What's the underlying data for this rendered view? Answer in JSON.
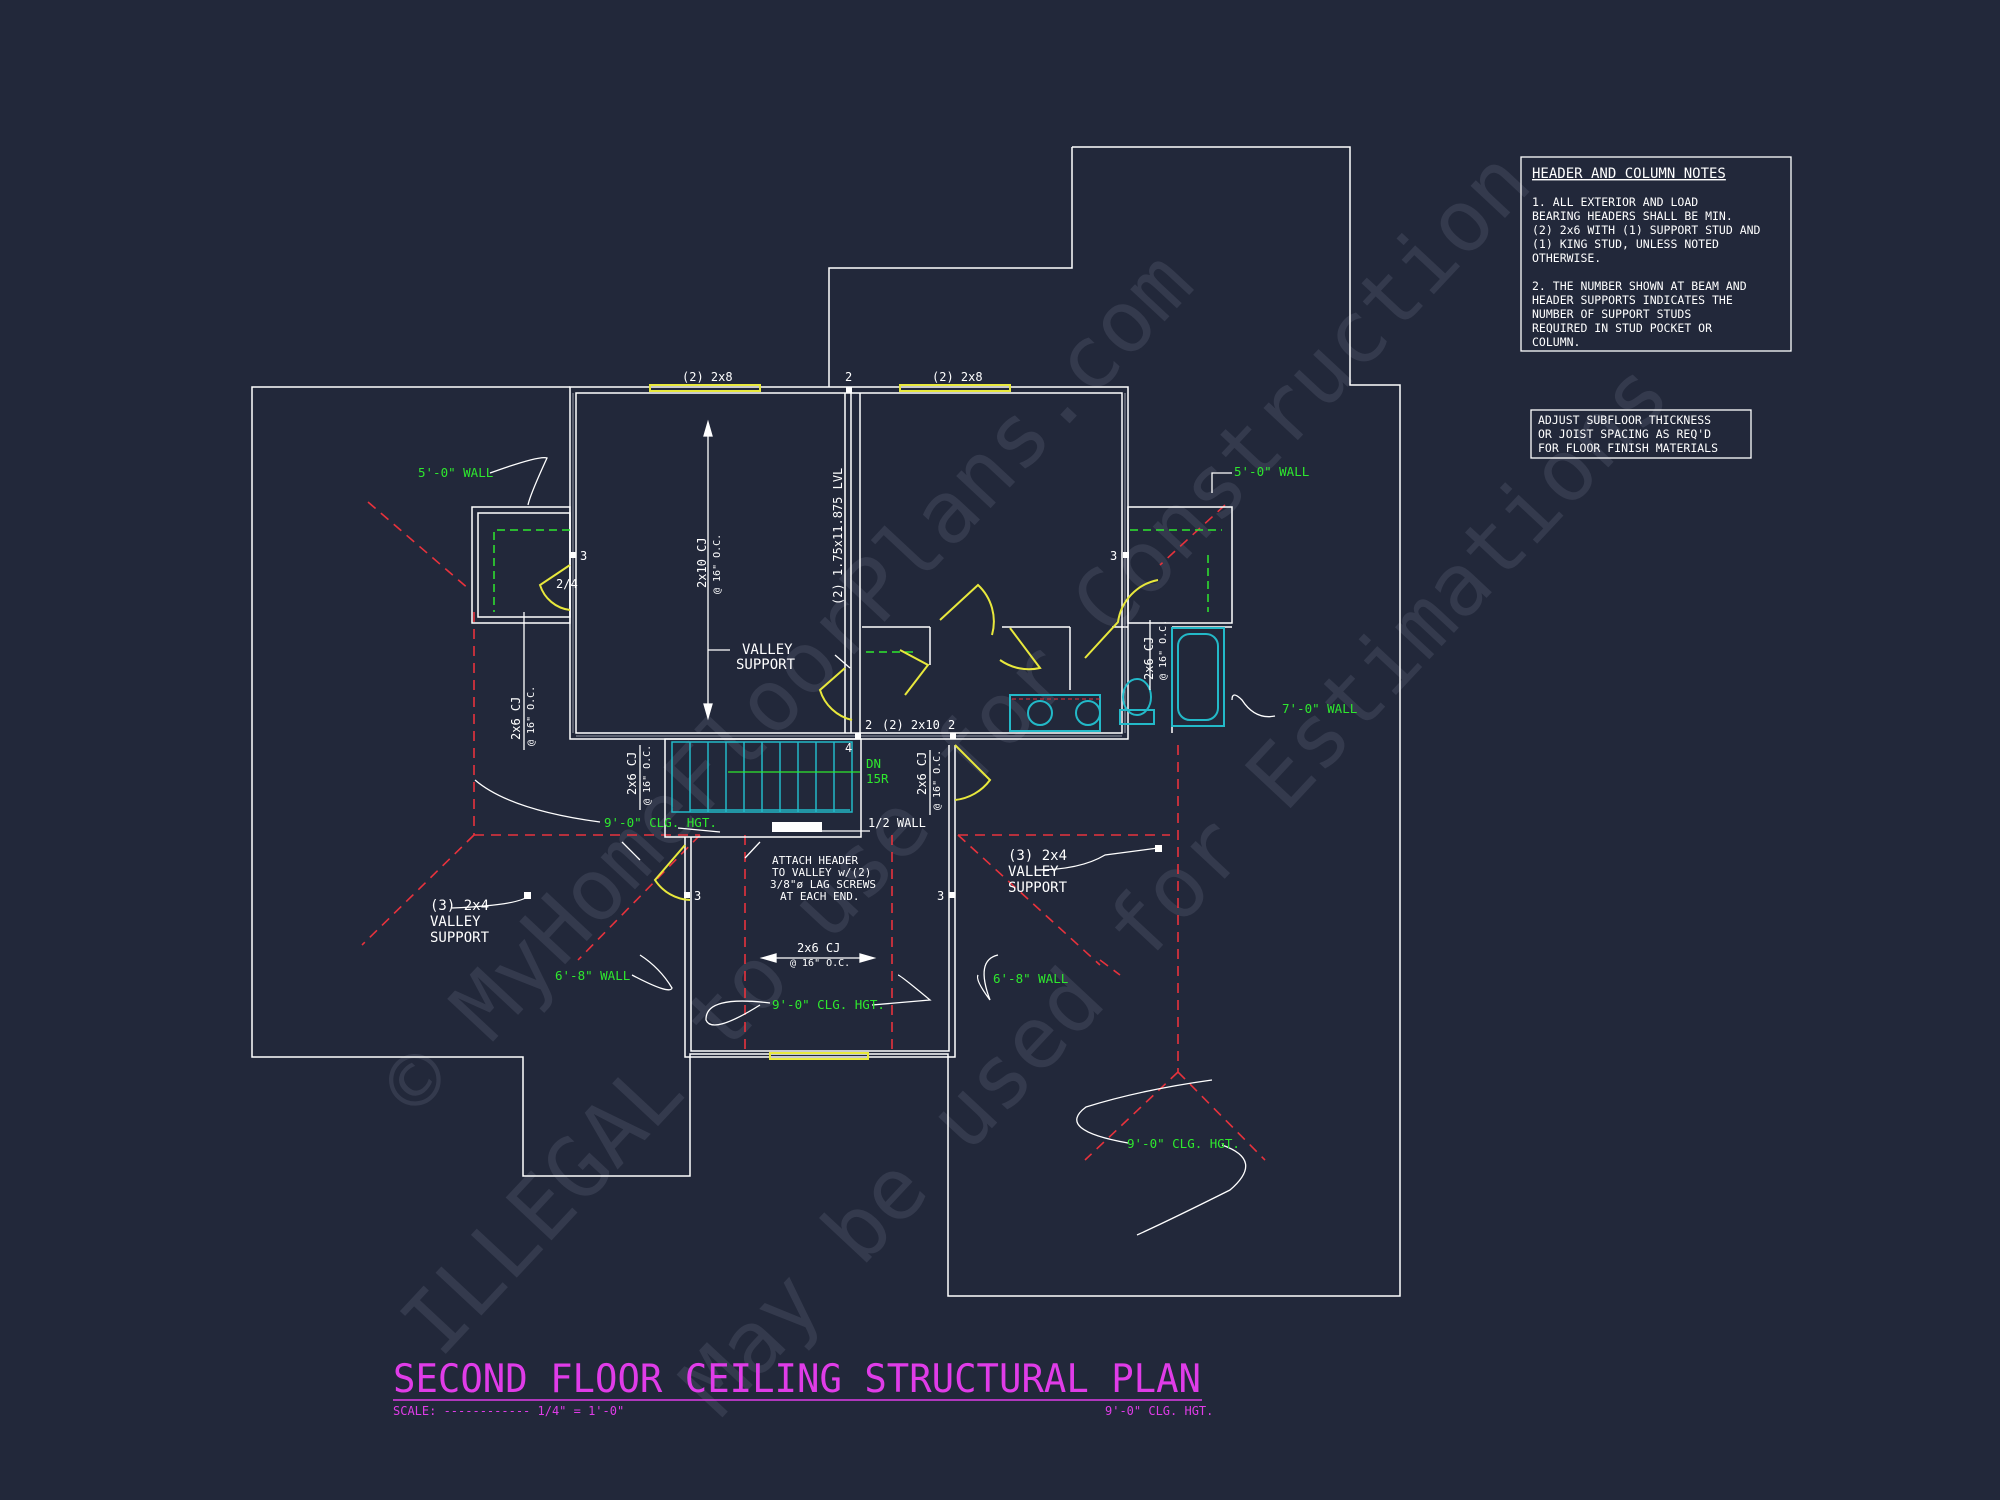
{
  "watermark": {
    "line1": "© MyHomeFloorPlans.com",
    "line2": "ILLEGAL to use for Construction",
    "line3": "May be used for Estimations"
  },
  "notes_box": {
    "title": "HEADER AND COLUMN NOTES",
    "lines": [
      "1. ALL EXTERIOR AND LOAD",
      "BEARING HEADERS SHALL BE MIN.",
      "(2) 2x6 WITH (1) SUPPORT STUD AND",
      "(1) KING STUD, UNLESS NOTED",
      "OTHERWISE.",
      "",
      "2. THE NUMBER SHOWN AT BEAM AND",
      "HEADER SUPPORTS INDICATES THE",
      "NUMBER OF SUPPORT STUDS",
      "REQUIRED IN STUD POCKET OR",
      "COLUMN."
    ]
  },
  "subfloor_note": {
    "lines": [
      "ADJUST SUBFLOOR THICKNESS",
      "OR JOIST SPACING AS REQ'D",
      "FOR FLOOR FINISH MATERIALS"
    ]
  },
  "labels": {
    "header_left": "(2) 2x8",
    "header_right": "(2) 2x8",
    "header_mid": "(2) 2x10",
    "beam_lvl": "(2) 1.75x11.875 LVL",
    "cj_main_1": "2x10 CJ",
    "cj_main_2": "@ 16\" O.C.",
    "cj_left_1": "2x6 CJ",
    "cj_left_2": "@ 16\" O.C.",
    "cj_stair_1": "2x6 CJ",
    "cj_stair_2": "@ 16\" O.C.",
    "cj_right_1": "2x6 CJ",
    "cj_right_2": "@ 16\" O.C.",
    "cj_bath_1": "2x6 CJ",
    "cj_bath_2": "@ 16\" O.C.",
    "cj_lower_1": "2x6 CJ",
    "cj_lower_2": "@ 16\" O.C.",
    "valley_support_1": "VALLEY",
    "valley_support_2": "SUPPORT",
    "vs_left_1": "(3) 2x4",
    "vs_left_2": "VALLEY",
    "vs_left_3": "SUPPORT",
    "vs_right_1": "(3) 2x4",
    "vs_right_2": "VALLEY",
    "vs_right_3": "SUPPORT",
    "attach_1": "ATTACH HEADER",
    "attach_2": "TO VALLEY w/(2)",
    "attach_3": "3/8\"ø LAG SCREWS",
    "attach_4": "AT EACH END.",
    "half_wall": "1/2 WALL",
    "dn": "DN",
    "risers": "15R",
    "door_24": "2/4",
    "stud_3a": "3",
    "stud_3b": "3",
    "stud_3c": "3",
    "stud_3d": "3",
    "stud_2a": "2",
    "stud_2b": "2",
    "stud_2c": "2",
    "stud_4": "4",
    "wall_5_left": "5'-0\" WALL",
    "wall_5_right": "5'-0\" WALL",
    "wall_7": "7'-0\" WALL",
    "wall_68_left": "6'-8\" WALL",
    "wall_68_right": "6'-8\" WALL",
    "clg_1": "9'-0\" CLG. HGT.",
    "clg_2": "9'-0\" CLG. HGT.",
    "clg_3": "9'-0\" CLG. HGT."
  },
  "title_block": {
    "title": "SECOND FLOOR CEILING STRUCTURAL PLAN",
    "scale": "SCALE: ------------ 1/4\" = 1'-0\"",
    "clg": "9'-0\" CLG. HGT."
  },
  "colors": {
    "background": "#22283a",
    "lines": "#ffffff",
    "green_text": "#2ee82e",
    "title_magenta": "#e03ce8",
    "red_dash": "#e8323c",
    "yellow_window": "#e8e83c",
    "cyan_fixture": "#23b9c8"
  }
}
